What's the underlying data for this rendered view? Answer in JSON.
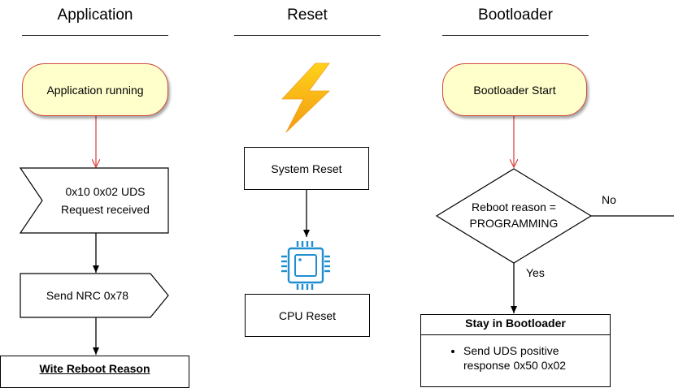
{
  "columns": {
    "application": "Application",
    "reset": "Reset",
    "bootloader": "Bootloader"
  },
  "nodes": {
    "app_running": "Application running",
    "uds_request_line1": "0x10 0x02 UDS",
    "uds_request_line2": "Request received",
    "send_nrc": "Send NRC 0x78",
    "wite_reboot": "Wite Reboot Reason",
    "system_reset": "System Reset",
    "cpu_reset": "CPU Reset",
    "bootloader_start": "Bootloader Start",
    "decision_line1": "Reboot reason =",
    "decision_line2": "PROGRAMMING",
    "stay_in_bootloader": "Stay in Bootloader",
    "bullet_line1": "Send UDS positive",
    "bullet_line2": "response 0x50 0x02"
  },
  "edge_labels": {
    "no": "No",
    "yes": "Yes"
  },
  "icons": [
    "lightning-bolt-icon",
    "cpu-chip-icon"
  ],
  "colors": {
    "terminal_fill": "#ffffcc",
    "terminal_border": "#d04a3a",
    "red_arrow": "#d94a4a",
    "chip_blue": "#1f8ed1",
    "bolt_yellow": "#ffd21a",
    "bolt_orange": "#f39a12"
  }
}
